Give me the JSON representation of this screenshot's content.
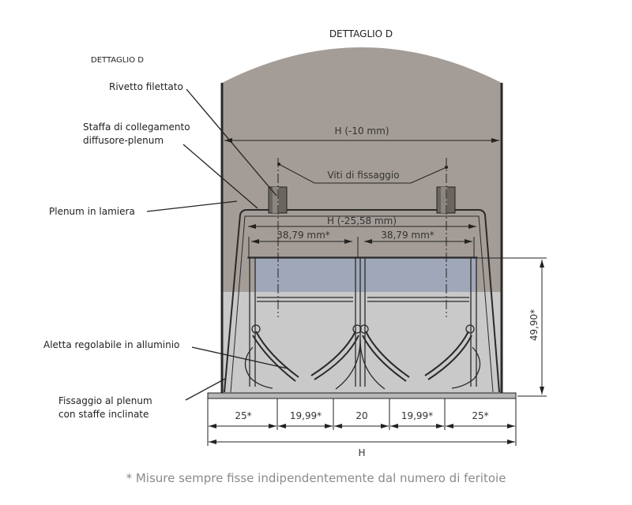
{
  "title": "DETTAGLIO D",
  "subtitle": "DETTAGLIO D",
  "labels": {
    "rivetto": "Rivetto filettato",
    "staffa_1": "Staffa di collegamento",
    "staffa_2": "diffusore-plenum",
    "plenum": "Plenum in lamiera",
    "aletta": "Aletta regolabile in alluminio",
    "fissaggio_1": "Fissaggio al plenum",
    "fissaggio_2": "con staffe inclinate",
    "viti": "Viti di fissaggio"
  },
  "dimensions": {
    "h_minus_10": "H (-10 mm)",
    "h_minus_25": "H (-25,58 mm)",
    "pitch_left": "38,79 mm*",
    "pitch_right": "38,79 mm*",
    "height": "49,90*",
    "bottom": [
      "25*",
      "19,99*",
      "20",
      "19,99*",
      "25*"
    ],
    "total": "H"
  },
  "footnote": "* Misure sempre fisse indipendentemente dal numero di feritoie",
  "colors": {
    "plenum_fill": "#a49d97",
    "lower_fill": "#c9c9c9",
    "band_fill": "#9fa7b8",
    "line": "#2a2a2a"
  }
}
